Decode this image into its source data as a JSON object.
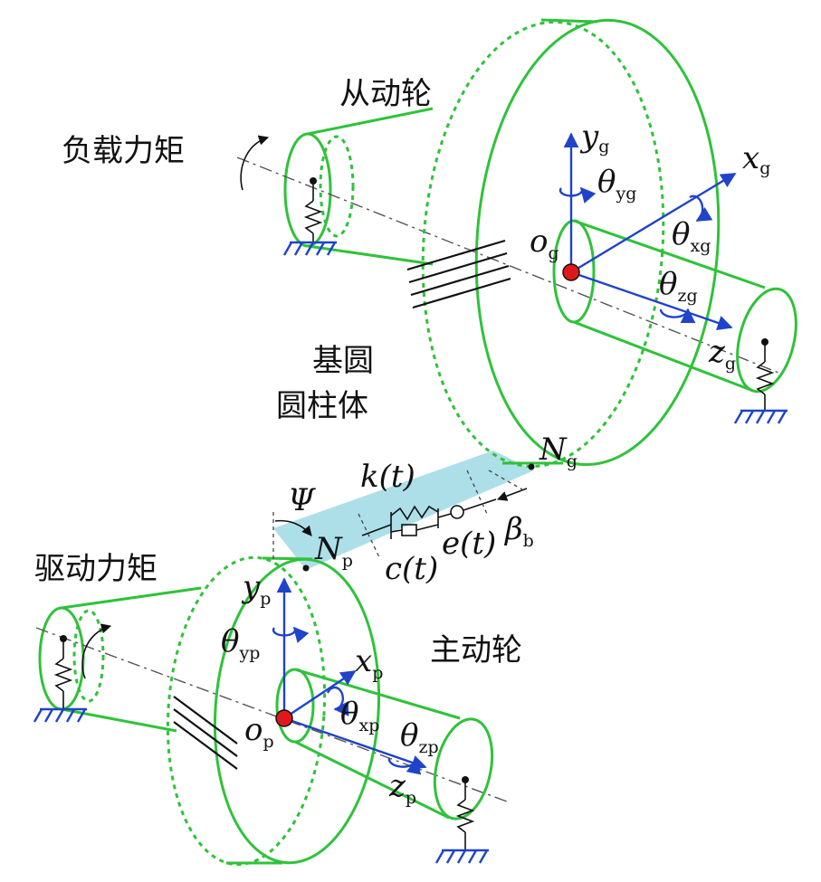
{
  "labels": {
    "driven_gear": "从动轮",
    "driving_gear": "主动轮",
    "load_torque": "负载力矩",
    "drive_torque": "驱动力矩",
    "base_cylinder_line1": "基圆",
    "base_cylinder_line2": "圆柱体"
  },
  "symbols": {
    "yg": {
      "main": "y",
      "sub": "g"
    },
    "xg": {
      "main": "x",
      "sub": "g"
    },
    "zg": {
      "main": "z",
      "sub": "g"
    },
    "og": {
      "main": "o",
      "sub": "g"
    },
    "theta_yg": {
      "main": "θ",
      "sub": "yg"
    },
    "theta_xg": {
      "main": "θ",
      "sub": "xg"
    },
    "theta_zg": {
      "main": "θ",
      "sub": "zg"
    },
    "Ng": {
      "main": "N",
      "sub": "g"
    },
    "yp": {
      "main": "y",
      "sub": "p"
    },
    "xp": {
      "main": "x",
      "sub": "p"
    },
    "zp": {
      "main": "z",
      "sub": "p"
    },
    "op": {
      "main": "o",
      "sub": "p"
    },
    "theta_yp": {
      "main": "θ",
      "sub": "yp"
    },
    "theta_xp": {
      "main": "θ",
      "sub": "xp"
    },
    "theta_zp": {
      "main": "θ",
      "sub": "zp"
    },
    "Np": {
      "main": "N",
      "sub": "p"
    },
    "beta_b": {
      "main": "β",
      "sub": "b"
    },
    "psi": "Ψ",
    "kt": "k(t)",
    "ct": "c(t)",
    "et": "e(t)"
  },
  "colors": {
    "gear_outline": "#2fc23a",
    "axis_vectors": "#1f43c9",
    "center_point": "#e0181b",
    "mesh_plane": "#a9dde8"
  }
}
